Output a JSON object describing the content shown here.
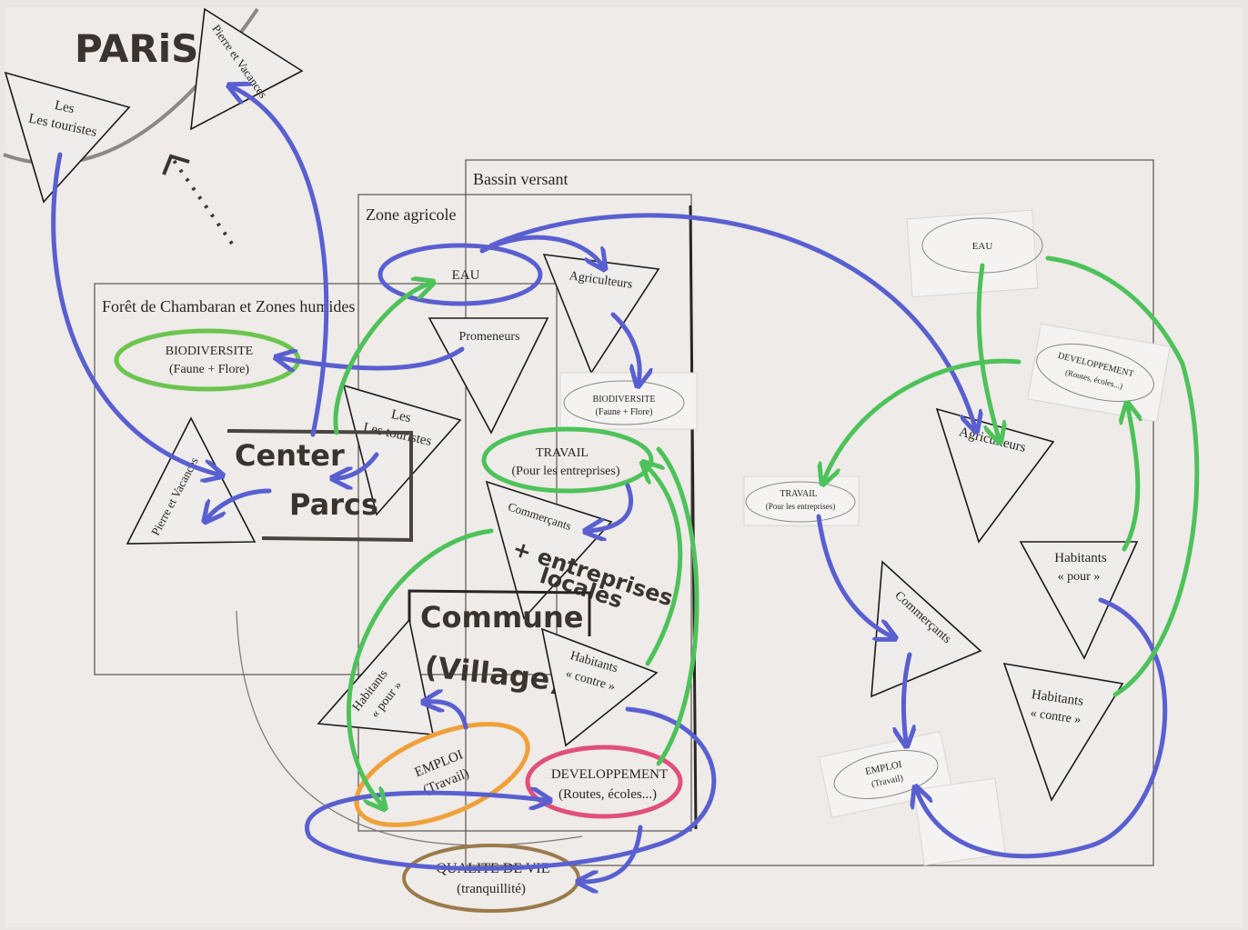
{
  "city": "PARiS",
  "zones": {
    "bassin": "Bassin versant",
    "agricole": "Zone agricole",
    "foret": "Forêt de Chambaran et Zones humides"
  },
  "left": {
    "paris_tourists": "Les touristes",
    "paris_pierre": "Pierre et Vacances",
    "eau": "EAU",
    "agriculteurs": "Agriculteurs",
    "promeneurs": "Promeneurs",
    "biodiv_small_1": "BIODIVERSITE",
    "biodiv_small_2": "(Faune + Flore)",
    "biodiversite_1": "BIODIVERSITE",
    "biodiversite_2": "(Faune + Flore)",
    "touristes": "Les touristes",
    "pierre": "Pierre et Vacances",
    "center_1": "Center",
    "center_2": "Parcs",
    "travail_1": "TRAVAIL",
    "travail_2": "(Pour les entreprises)",
    "commercants": "Commerçants",
    "entreprises_1": "+ entreprises",
    "entreprises_2": "locales",
    "commune": "Commune",
    "village": "(Village)",
    "hab_pour_1": "Habitants",
    "hab_pour_2": "« pour »",
    "hab_contre_1": "Habitants",
    "hab_contre_2": "« contre »",
    "emploi_1": "EMPLOI",
    "emploi_2": "(Travail)",
    "dev_1": "DEVELOPPEMENT",
    "dev_2": "(Routes, écoles...)",
    "qualite_1": "QUALITE DE VIE",
    "qualite_2": "(tranquillité)"
  },
  "right": {
    "eau": "EAU",
    "dev_1": "DEVELOPPEMENT",
    "dev_2": "(Routes, écoles...)",
    "agriculteurs": "Agriculteurs",
    "travail_1": "TRAVAIL",
    "travail_2": "(Pour les entreprises)",
    "hab_pour_1": "Habitants",
    "hab_pour_2": "« pour »",
    "commercants": "Commerçants",
    "hab_contre_1": "Habitants",
    "hab_contre_2": "« contre »",
    "emploi_1": "EMPLOI",
    "emploi_2": "(Travail)"
  },
  "colors": {
    "blue_arrow": "#5a5fd0",
    "green_arrow": "#4ec25a",
    "orange": "#f0a03a",
    "pink": "#e0507a",
    "brown": "#9b7a4a"
  }
}
